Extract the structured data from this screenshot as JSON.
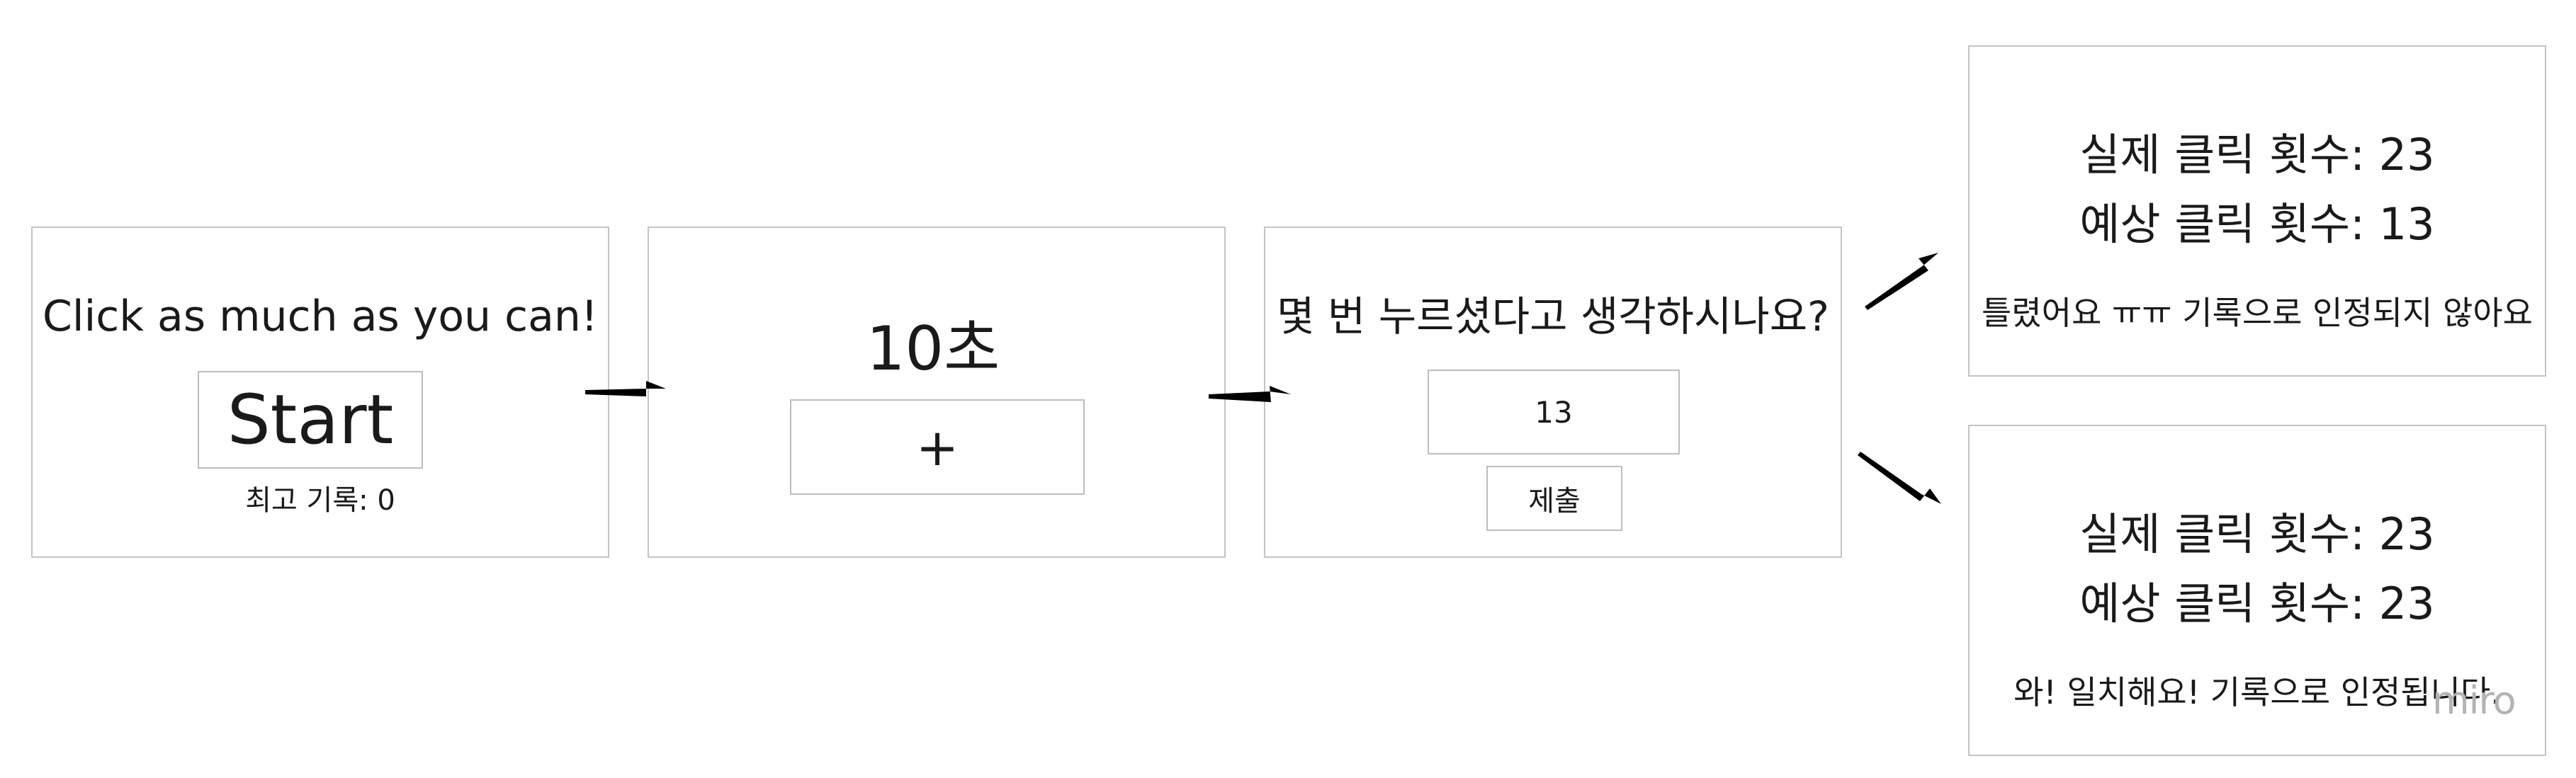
{
  "screens": {
    "start": {
      "title": "Click as much as you can!",
      "start_button": "Start",
      "best_record": "최고 기록: 0"
    },
    "play": {
      "timer": "10초",
      "plus_button": "+"
    },
    "guess": {
      "question": "몇 번 누르셨다고 생각하시나요?",
      "input_value": "13",
      "submit_button": "제출"
    },
    "result_wrong": {
      "actual": "실제 클릭 횟수: 23",
      "expected": "예상 클릭 횟수: 13",
      "message": "틀렸어요 ㅠㅠ 기록으로 인정되지 않아요"
    },
    "result_right": {
      "actual": "실제 클릭 횟수: 23",
      "expected": "예상 클릭 횟수: 23",
      "message": "와! 일치해요! 기록으로 인정됩니다."
    }
  },
  "watermark": "miro"
}
